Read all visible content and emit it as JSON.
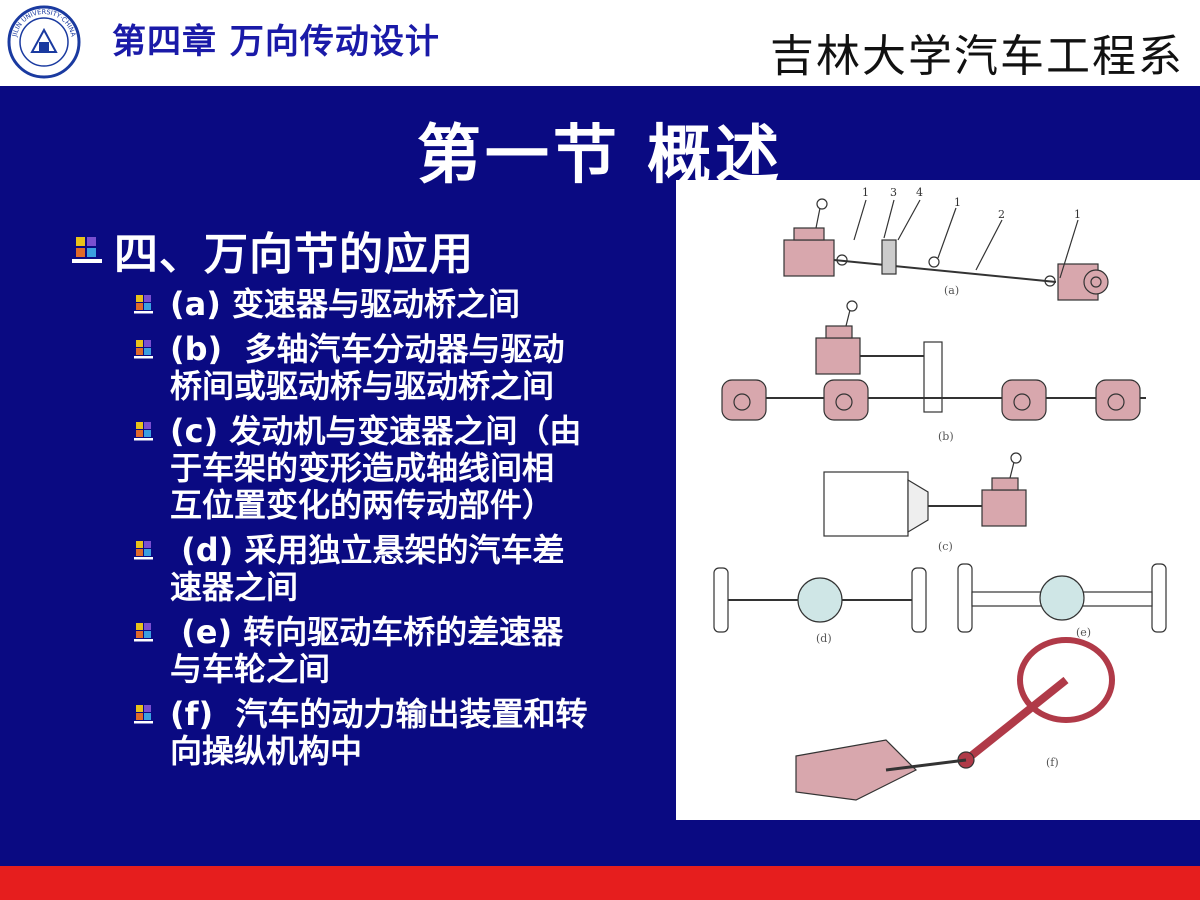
{
  "header": {
    "chapter_title": "第四章 万向传动设计",
    "school_name": "吉林大学汽车工程系",
    "logo_text": "JILIN UNIVERSITY·CHINA"
  },
  "section_title": "第一节 概述",
  "heading": "四、万向节的应用",
  "items": [
    "(a) 变速器与驱动桥之间",
    "(b)  多轴汽车分动器与驱动\n桥间或驱动桥与驱动桥之间",
    "(c) 发动机与变速器之间（由\n于车架的变形造成轴线间相\n互位置变化的两传动部件）",
    " (d) 采用独立悬架的汽车差\n速器之间",
    " (e) 转向驱动车桥的差速器\n与车轮之间",
    "(f)  汽车的动力输出装置和转\n向操纵机构中"
  ],
  "figure": {
    "numbers": [
      "1",
      "3",
      "4",
      "1",
      "2",
      "1"
    ],
    "labels": [
      "(a)",
      "(b)",
      "(c)",
      "(d)",
      "(e)",
      "(f)"
    ]
  },
  "colors": {
    "background_blue": "#0a0a82",
    "title_blue": "#1a1aa8",
    "footer_red": "#e61e1e",
    "component_pink": "#d8a7ad"
  }
}
